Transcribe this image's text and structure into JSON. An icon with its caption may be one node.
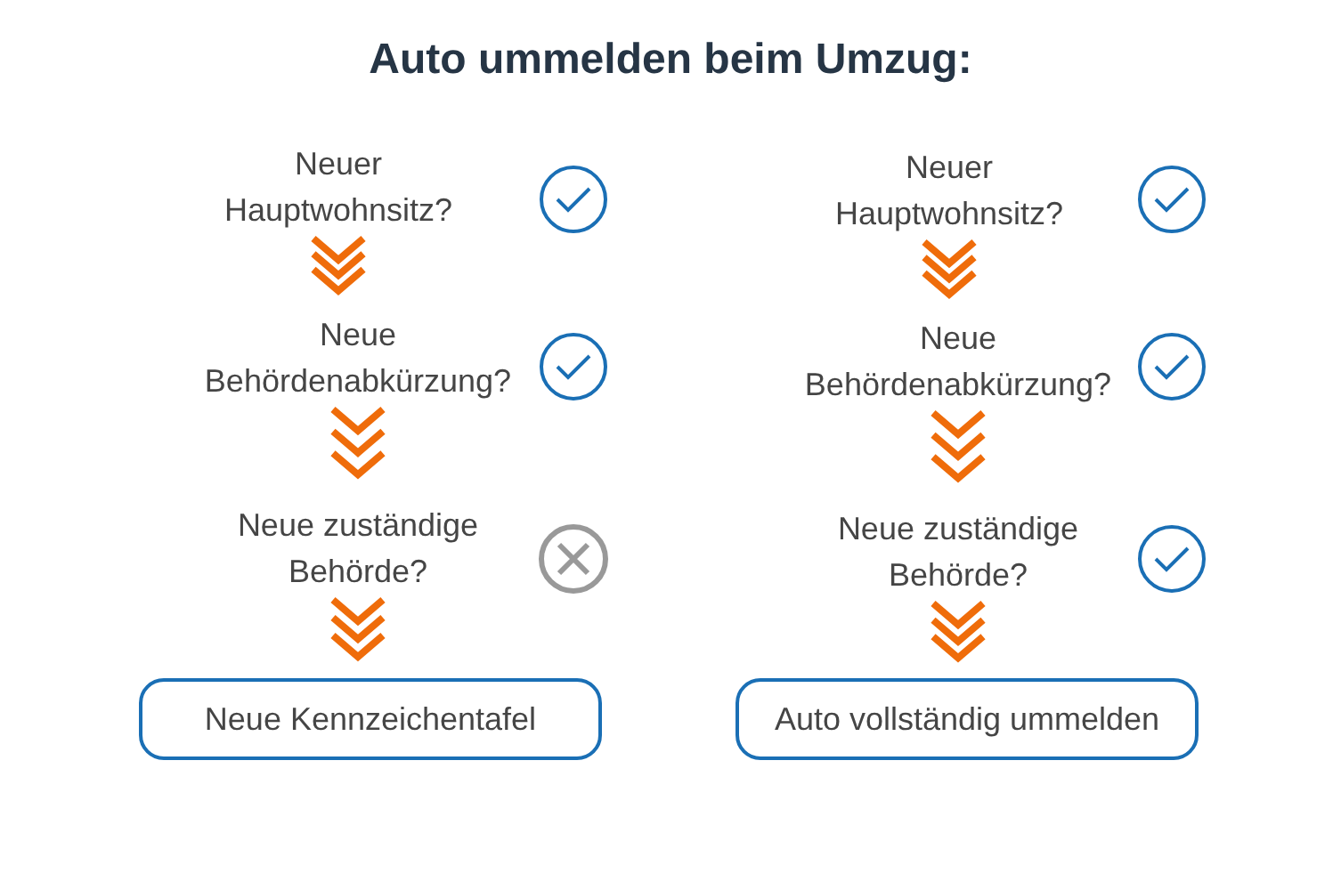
{
  "diagram": {
    "title": "Auto ummelden beim Umzug:",
    "nodes": [
      {
        "text": [
          "Neuer Hauptwohnsitz?"
        ]
      },
      {
        "text": [
          "Neue Behördenabkürzung?"
        ]
      },
      {
        "text": [
          "Neue zuständige Behörde?"
        ]
      },
      {
        "text": [
          "Neue Kennzeichentafel"
        ]
      },
      {
        "text": [
          "Neuer Hauptwohnsitz?"
        ]
      },
      {
        "text": [
          "Neue Behördenabkürzung?"
        ]
      },
      {
        "text": [
          "Neue zuständige Behörde?"
        ]
      },
      {
        "text": [
          "Auto vollständig ummelden"
        ]
      }
    ],
    "edges": [
      {
        "from": 0,
        "to": 1,
        "arrow": "to"
      },
      {
        "from": 1,
        "to": 2,
        "arrow": "to"
      },
      {
        "from": 2,
        "to": 3,
        "arrow": "to"
      },
      {
        "from": 4,
        "to": 5,
        "arrow": "to"
      },
      {
        "from": 5,
        "to": 6,
        "arrow": "to"
      },
      {
        "from": 6,
        "to": 7,
        "arrow": "to"
      }
    ]
  }
}
